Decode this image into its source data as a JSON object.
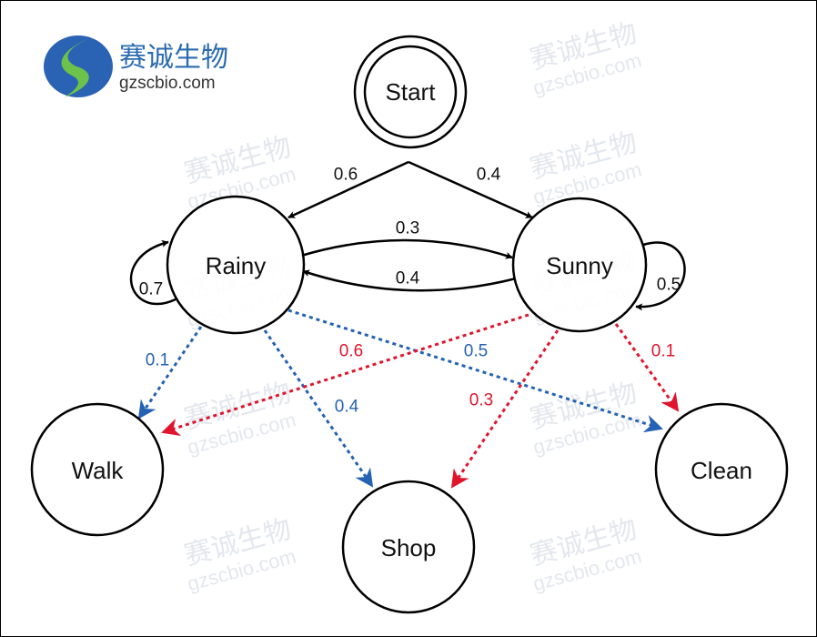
{
  "logo": {
    "name_cn": "赛诚生物",
    "domain": "gzscbio.com",
    "colors": {
      "blue": "#2b63b4",
      "green": "#6cc24a"
    }
  },
  "watermark": {
    "text_cn": "赛诚生物",
    "text_en": "gzscbio.com",
    "color": "#e3e7ee"
  },
  "nodes": {
    "start": "Start",
    "rainy": "Rainy",
    "sunny": "Sunny",
    "walk": "Walk",
    "shop": "Shop",
    "clean": "Clean"
  },
  "transitions": {
    "start_rainy": "0.6",
    "start_sunny": "0.4",
    "rainy_sunny": "0.3",
    "sunny_rainy": "0.4",
    "rainy_rainy": "0.7",
    "sunny_sunny": "0.5"
  },
  "emissions": {
    "rainy_walk": "0.1",
    "rainy_shop": "0.4",
    "rainy_clean": "0.5",
    "sunny_walk": "0.6",
    "sunny_shop": "0.3",
    "sunny_clean": "0.1"
  },
  "colors": {
    "transition": "#000000",
    "rainy_emission": "#2462b4",
    "sunny_emission": "#e0142c"
  }
}
